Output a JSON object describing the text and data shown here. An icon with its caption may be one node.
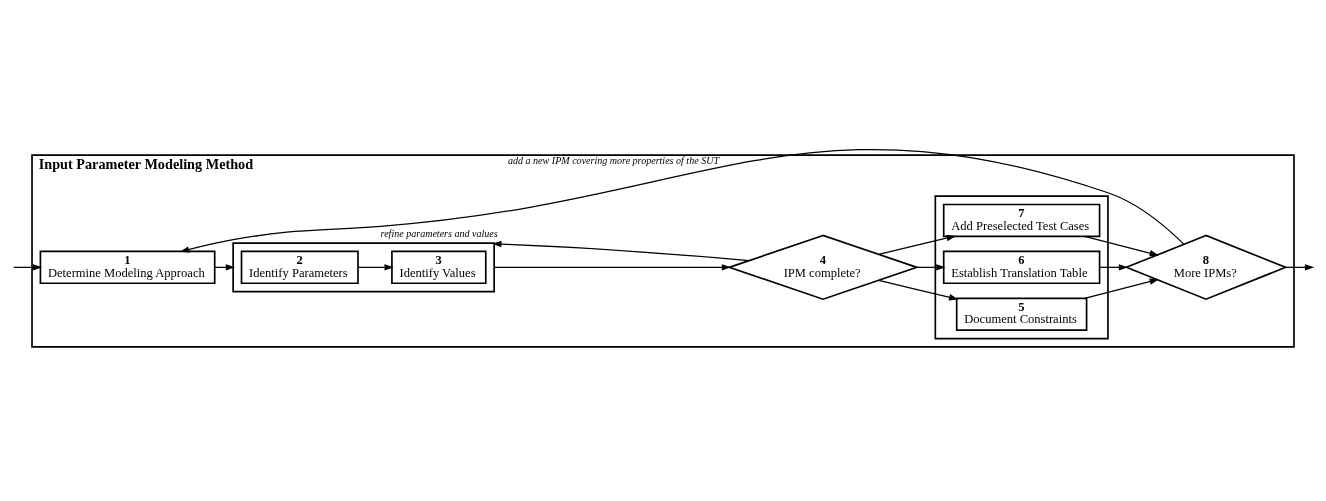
{
  "diagram": {
    "nodes": [
      {
        "text": [
          "Input Parameter Modeling Method"
        ]
      },
      {
        "text": [
          "1",
          "Determine Modeling Approach"
        ],
        "in": 0
      },
      {
        "text": [],
        "shape": "box",
        "in": 0
      },
      {
        "text": [
          "2",
          "Identify Parameters"
        ],
        "in": 2
      },
      {
        "text": [
          "3",
          "Identify Values"
        ],
        "in": 2
      },
      {
        "text": [
          "4",
          "IPM complete?"
        ],
        "in": 0
      },
      {
        "text": [],
        "shape": "box",
        "in": 0
      },
      {
        "text": [
          "5",
          "Document Constraints"
        ],
        "in": 6
      },
      {
        "text": [
          "6",
          "Establish Translation Table"
        ],
        "in": 6
      },
      {
        "text": [
          "7",
          "Add Preselected Test Cases"
        ],
        "in": 6
      },
      {
        "text": [
          "8",
          "More IPMs?"
        ],
        "in": 0
      }
    ],
    "edges": [
      {
        "from": null,
        "to": 1,
        "arrow": "to"
      },
      {
        "from": 1,
        "to": 2,
        "arrow": "to"
      },
      {
        "from": 3,
        "to": 4,
        "arrow": "to"
      },
      {
        "from": 2,
        "to": 5,
        "arrow": "to"
      },
      {
        "from": 5,
        "to": 7,
        "arrow": "to"
      },
      {
        "from": 5,
        "to": 8,
        "arrow": "to"
      },
      {
        "from": 5,
        "to": 9,
        "arrow": "to"
      },
      {
        "from": 7,
        "to": 10,
        "arrow": "to"
      },
      {
        "from": 8,
        "to": 10,
        "arrow": "to"
      },
      {
        "from": 9,
        "to": 10,
        "arrow": "to"
      },
      {
        "from": 10,
        "to": null,
        "arrow": "to"
      },
      {
        "from": 5,
        "to": 2,
        "arrow": "to",
        "label": "refine parameters and values"
      },
      {
        "from": 10,
        "to": 1,
        "arrow": "to",
        "label": "add a new IPM covering more properties of the SUT"
      }
    ]
  }
}
